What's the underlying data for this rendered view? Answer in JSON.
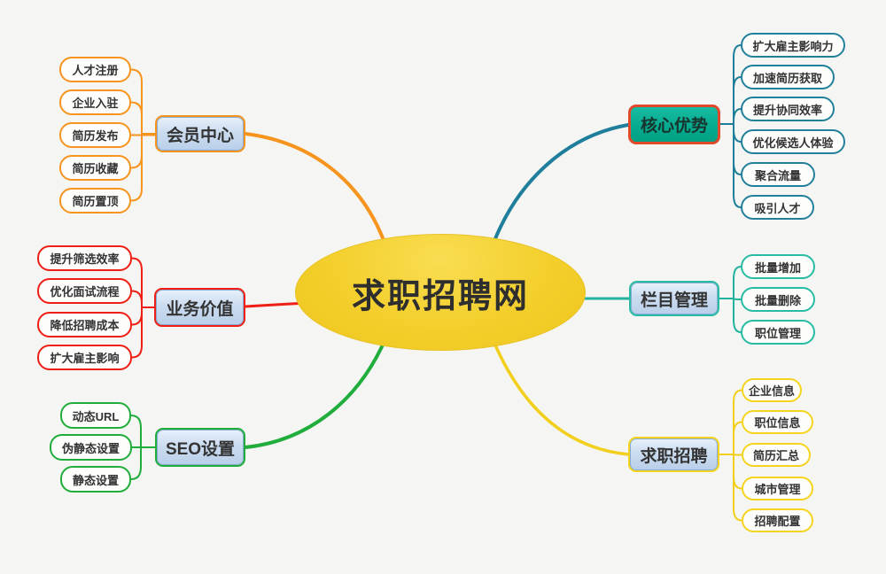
{
  "center": {
    "label": "求职招聘网"
  },
  "branches": [
    {
      "label": "会员中心",
      "side": "left",
      "color": "#F7941E",
      "children": [
        "人才注册",
        "企业入驻",
        "简历发布",
        "简历收藏",
        "简历置顶"
      ]
    },
    {
      "label": "业务价值",
      "side": "left",
      "color": "#EF1F16",
      "children": [
        "提升筛选效率",
        "优化面试流程",
        "降低招聘成本",
        "扩大雇主影响"
      ]
    },
    {
      "label": "SEO设置",
      "side": "left",
      "color": "#20AD3C",
      "children": [
        "动态URL",
        "伪静态设置",
        "静态设置"
      ]
    },
    {
      "label": "核心优势",
      "side": "right",
      "color": "#1F7E9B",
      "highlight": {
        "fill": "#0AAE93",
        "border": "#E2492B"
      },
      "children": [
        "扩大雇主影响力",
        "加速简历获取",
        "提升协同效率",
        "优化候选人体验",
        "聚合流量",
        "吸引人才"
      ]
    },
    {
      "label": "栏目管理",
      "side": "right",
      "color": "#22B39E",
      "children": [
        "批量增加",
        "批量删除",
        "职位管理"
      ]
    },
    {
      "label": "求职招聘",
      "side": "right",
      "color": "#F2CF1D",
      "children": [
        "企业信息",
        "职位信息",
        "简历汇总",
        "城市管理",
        "招聘配置"
      ]
    }
  ],
  "colors": {
    "background": "#F5F5F3",
    "center_fill": "#F1CB24",
    "topic_fill_top": "#E9F1FB",
    "topic_fill_bottom": "#B9CFE9",
    "topic_inner_border": "#86ACD4",
    "leaf_fill": "#FDFDFC",
    "text": "#333333"
  }
}
